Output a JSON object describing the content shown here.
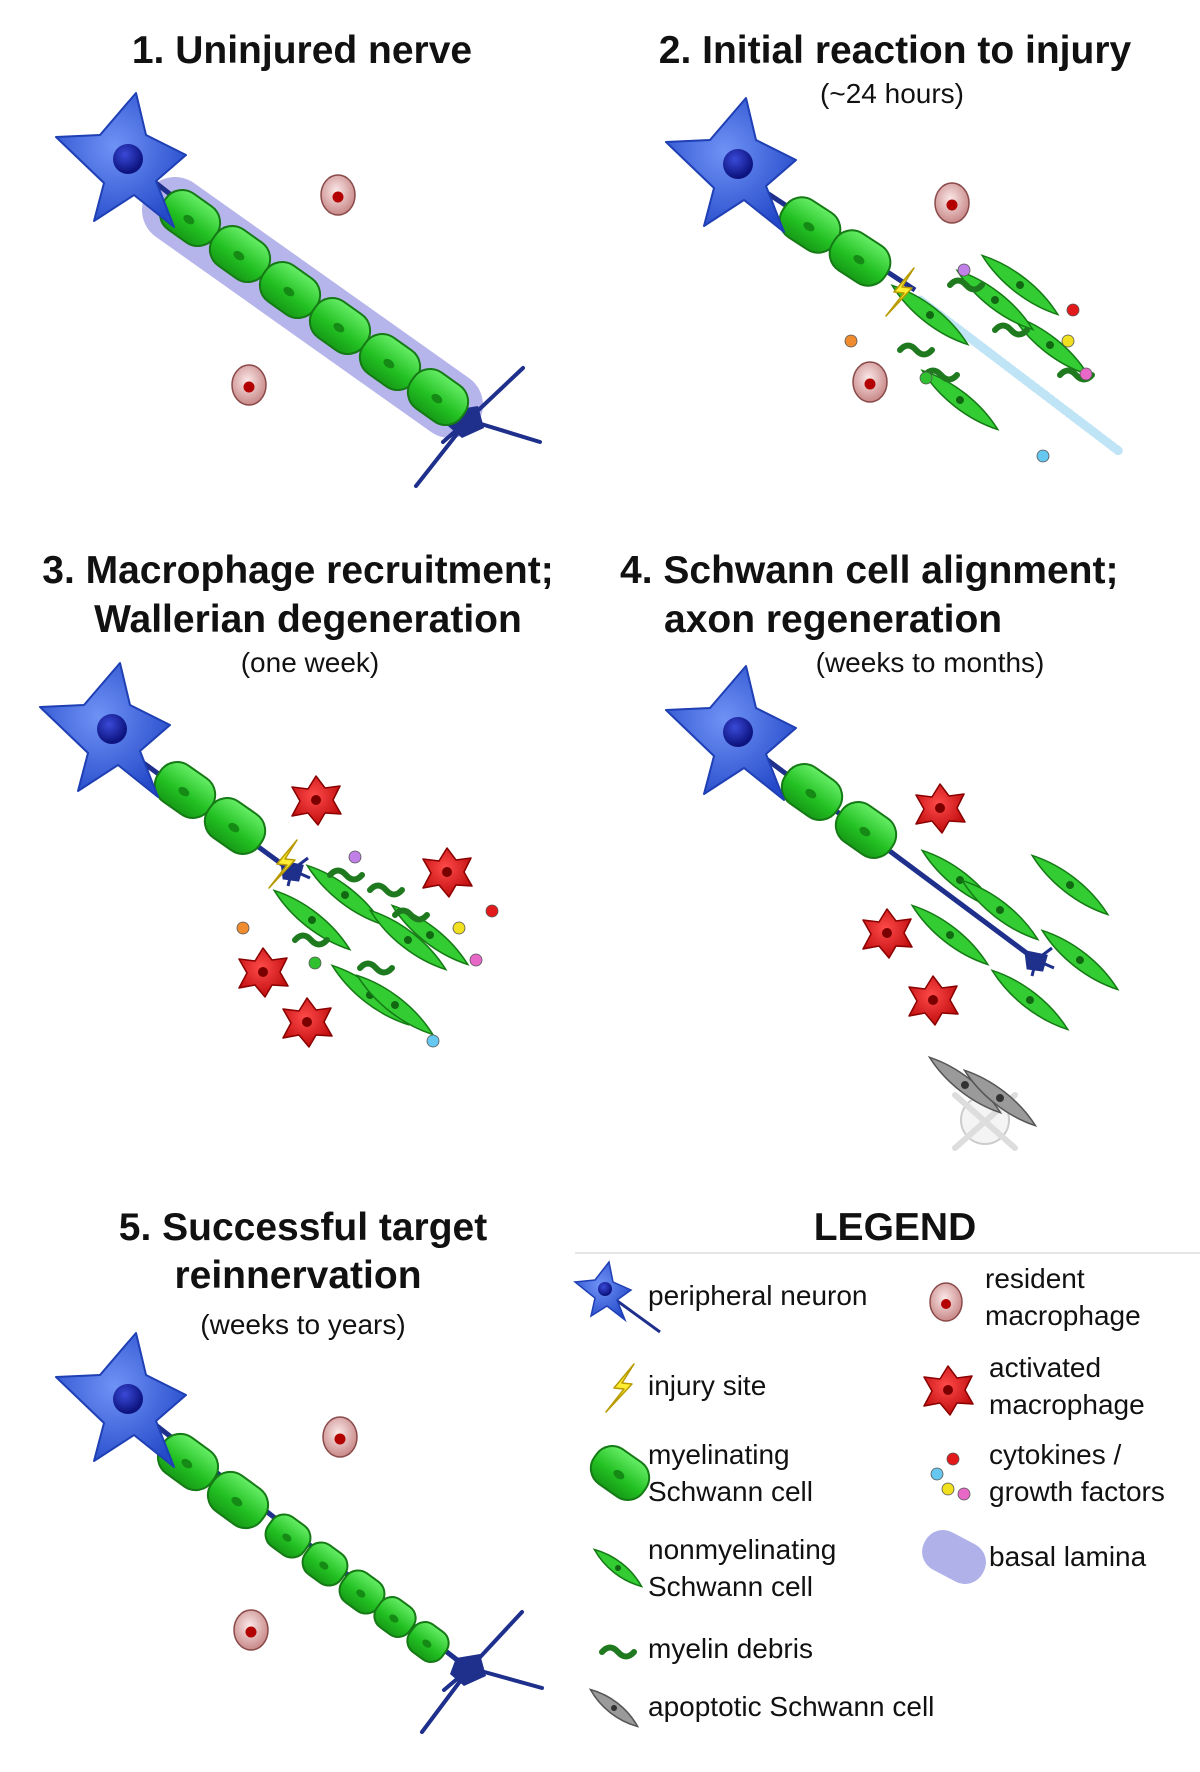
{
  "panels": [
    {
      "title_lines": [
        "1. Uninjured nerve"
      ],
      "subtitle": ""
    },
    {
      "title_lines": [
        "2. Initial reaction to injury"
      ],
      "subtitle": "(~24 hours)"
    },
    {
      "title_lines": [
        "3. Macrophage recruitment;",
        "Wallerian degeneration"
      ],
      "subtitle": "(one week)"
    },
    {
      "title_lines": [
        "4. Schwann cell alignment;",
        "axon regeneration"
      ],
      "subtitle": "(weeks to months)"
    },
    {
      "title_lines": [
        "5. Successful target",
        "reinnervation"
      ],
      "subtitle": "(weeks to years)"
    }
  ],
  "legend": {
    "title": "LEGEND",
    "items": [
      {
        "key": "neuron",
        "lines": [
          "peripheral neuron"
        ],
        "icon": "neuron-icon"
      },
      {
        "key": "injury",
        "lines": [
          "injury site"
        ],
        "icon": "lightning-icon"
      },
      {
        "key": "myelinating",
        "lines": [
          "myelinating",
          "Schwann cell"
        ],
        "icon": "myelinating-schwann-cell-icon"
      },
      {
        "key": "nonmyelinating",
        "lines": [
          "nonmyelinating",
          "Schwann cell"
        ],
        "icon": "nonmyelinating-schwann-cell-icon"
      },
      {
        "key": "debris",
        "lines": [
          "myelin debris"
        ],
        "icon": "myelin-debris-icon"
      },
      {
        "key": "apoptotic",
        "lines": [
          "apoptotic Schwann cell"
        ],
        "icon": "apoptotic-schwann-cell-icon"
      },
      {
        "key": "resident",
        "lines": [
          "resident",
          "macrophage"
        ],
        "icon": "resident-macrophage-icon"
      },
      {
        "key": "activated",
        "lines": [
          "activated",
          "macrophage"
        ],
        "icon": "activated-macrophage-icon"
      },
      {
        "key": "cytokines",
        "lines": [
          "cytokines /",
          "growth factors"
        ],
        "icon": "cytokines-icon"
      },
      {
        "key": "lamina",
        "lines": [
          "basal lamina"
        ],
        "icon": "basal-lamina-icon"
      }
    ]
  },
  "colors": {
    "neuron": "#3563e0",
    "neuron_nucleus": "#1a23a8",
    "axon": "#1e2f8c",
    "schwann": "#33cc33",
    "schwann_dark": "#1a8a1a",
    "debris": "#1f7a1f",
    "activated_macrophage": "#e81818",
    "resident_macrophage": "#e7b3b3",
    "basal_lamina": "#a9a8e8",
    "lightning": "#ffee33",
    "apoptotic": "#9a9a9a",
    "cytokine_colors": [
      "#e31a1c",
      "#f0e020",
      "#e868c8",
      "#66c8f0",
      "#f08c30",
      "#c080e8",
      "#30c030"
    ]
  }
}
